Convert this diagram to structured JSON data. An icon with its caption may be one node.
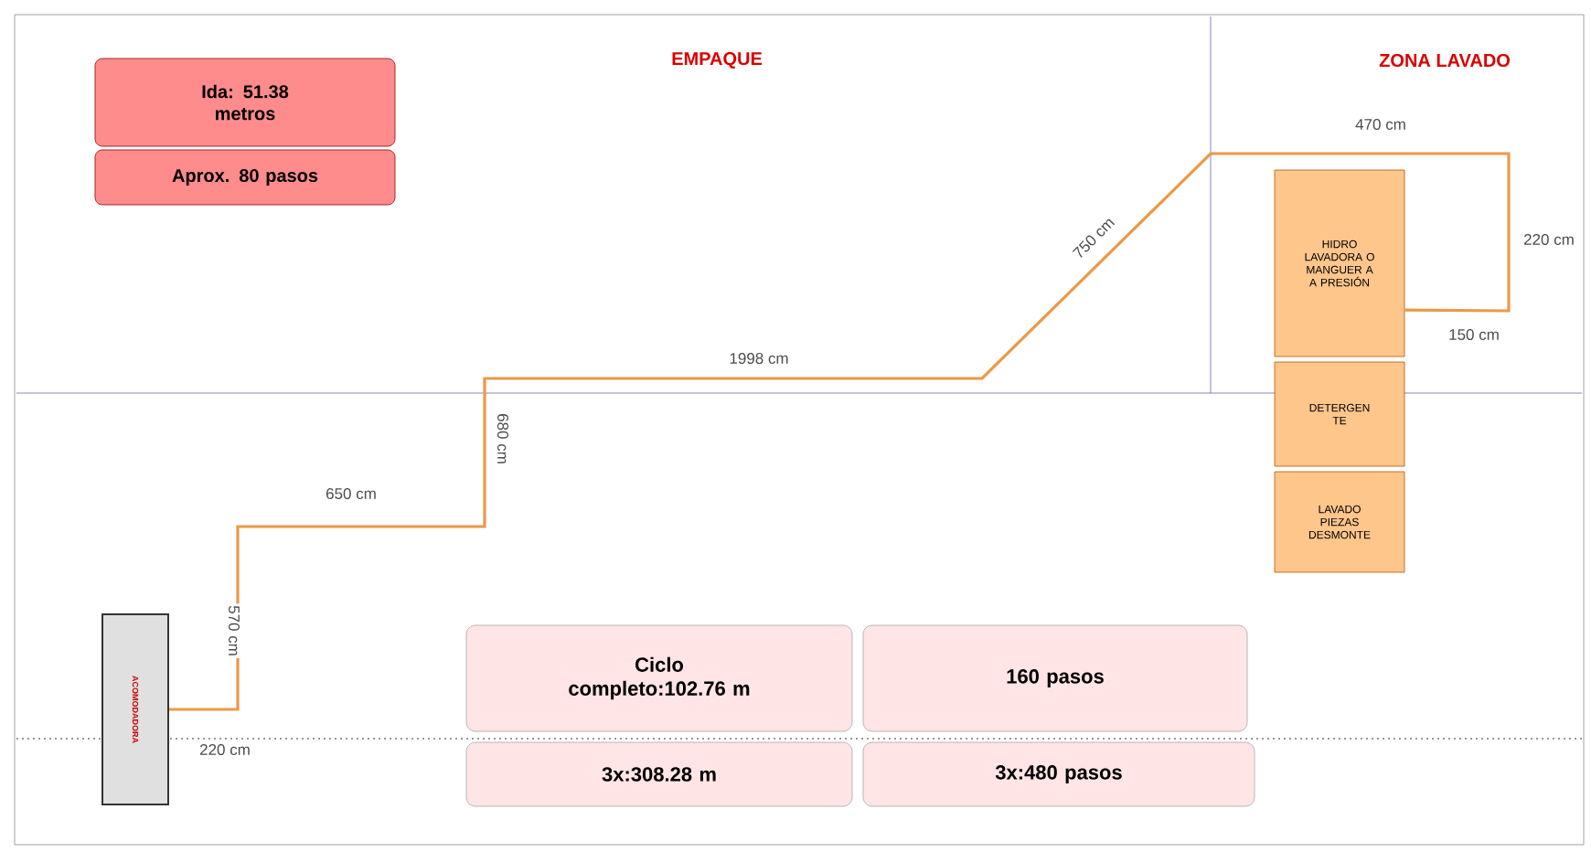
{
  "diagram": {
    "nodes": [
      {
        "text": [
          "Ida: 51.38 metros"
        ]
      },
      {
        "text": [
          "Aprox. 80 pasos"
        ]
      },
      {
        "text": [
          "HIDRO LAVADORA O MANGUER A A PRESIÓN"
        ]
      },
      {
        "text": [
          "DETERGEN TE"
        ]
      },
      {
        "text": [
          "LAVADO PIEZAS DESMONTE"
        ]
      },
      {
        "text": [
          "ACOMODADORA"
        ]
      },
      {
        "text": [
          "Ciclo completo:102.76 m"
        ]
      },
      {
        "text": [
          "160 pasos"
        ]
      },
      {
        "text": [
          "3x:308.28 m"
        ]
      },
      {
        "text": [
          "3x:480 pasos"
        ]
      }
    ],
    "edges": [
      {
        "from": 5,
        "to": 2,
        "arrow": "none"
      }
    ],
    "labels": [
      "EMPAQUE",
      "ZONA LAVADO",
      "470 cm",
      "220 cm",
      "750 cm",
      "150 cm",
      "1998 cm",
      "680 cm",
      "650 cm",
      "570 cm",
      "220 cm"
    ]
  }
}
